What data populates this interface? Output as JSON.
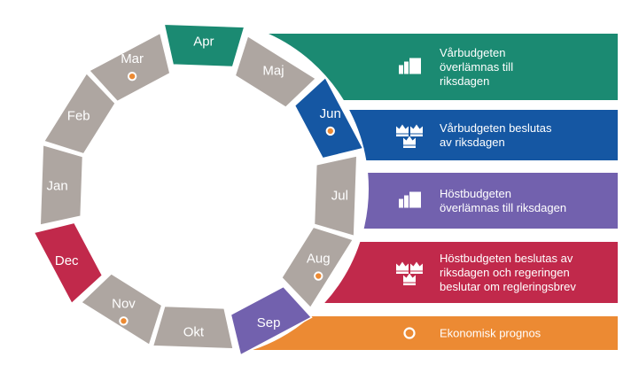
{
  "colors": {
    "gray": "#aea6a1",
    "red": "#c1294b",
    "teal": "#1b8a72",
    "blue": "#1557a3",
    "purple": "#7261ae",
    "orange": "#ec8a33",
    "dot": "#ec8a33"
  },
  "wheel": {
    "segments": [
      {
        "label": "Jan",
        "color": "gray",
        "dot": false
      },
      {
        "label": "Feb",
        "color": "gray",
        "dot": false
      },
      {
        "label": "Mar",
        "color": "gray",
        "dot": true
      },
      {
        "label": "Apr",
        "color": "teal",
        "dot": false
      },
      {
        "label": "Maj",
        "color": "gray",
        "dot": false
      },
      {
        "label": "Jun",
        "color": "blue",
        "dot": true
      },
      {
        "label": "Jul",
        "color": "gray",
        "dot": false
      },
      {
        "label": "Aug",
        "color": "gray",
        "dot": true
      },
      {
        "label": "Sep",
        "color": "purple",
        "dot": false
      },
      {
        "label": "Okt",
        "color": "gray",
        "dot": false
      },
      {
        "label": "Nov",
        "color": "gray",
        "dot": true
      },
      {
        "label": "Dec",
        "color": "red",
        "dot": false
      }
    ]
  },
  "legend": [
    {
      "icon": "documents-icon",
      "color": "teal",
      "lines": [
        "Vårbudgeten",
        "överlämnas till",
        "riksdagen"
      ]
    },
    {
      "icon": "three-crowns-icon",
      "color": "blue",
      "lines": [
        "Vårbudgeten beslutas",
        "av riksdagen"
      ]
    },
    {
      "icon": "documents-icon",
      "color": "purple",
      "lines": [
        "Höstbudgeten",
        "överlämnas till riksdagen"
      ]
    },
    {
      "icon": "three-crowns-icon",
      "color": "red",
      "lines": [
        "Höstbudgeten beslutas av",
        "riksdagen och regeringen",
        "beslutar om regleringsbrev"
      ]
    },
    {
      "icon": "dot-icon",
      "color": "orange",
      "lines": [
        "Ekonomisk prognos"
      ]
    }
  ]
}
